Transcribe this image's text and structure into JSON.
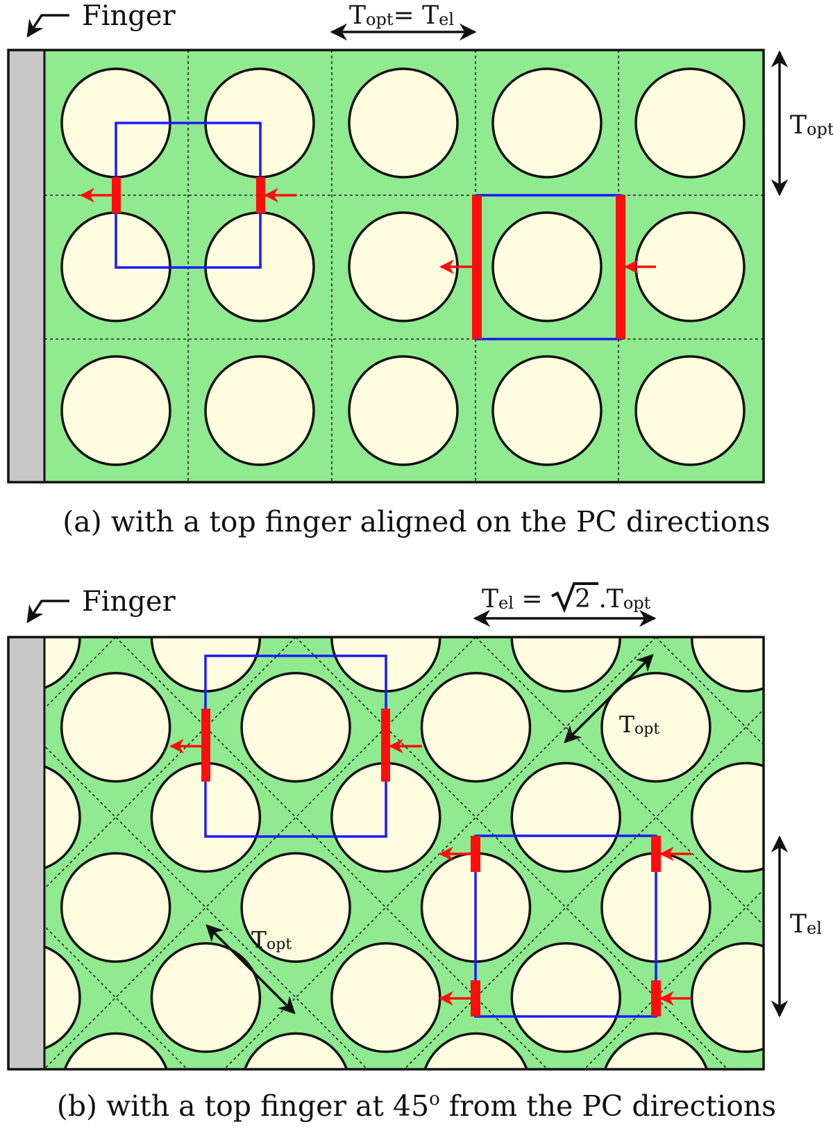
{
  "colors": {
    "background": "#ffffff",
    "crystal": "#90ea90",
    "hole": "#fffce0",
    "finger": "#c8c8c8",
    "outline": "#111111",
    "cell": "#1a1aff",
    "stress": "#ff0d0d",
    "arrow": "#111111"
  },
  "icons": {
    "pointer": "corner-arrow-icon",
    "dimension": "double-arrow-icon",
    "force": "red-arrow-icon"
  },
  "panel_a": {
    "finger_label": "Finger",
    "top_dimension": {
      "main": "T",
      "sub": "opt",
      "eq": "= ",
      "main2": "T",
      "sub2": "el"
    },
    "side_dimension": {
      "main": "T",
      "sub": "opt"
    },
    "caption": "(a) with a top finger aligned on the PC directions"
  },
  "panel_b": {
    "finger_label": "Finger",
    "top_dimension": {
      "main": "T",
      "sub": "el",
      "eq": " = ",
      "root": "2",
      "dot": " .",
      "main2": "T",
      "sub2": "opt"
    },
    "diag_dimension_upper": {
      "main": "T",
      "sub": "opt"
    },
    "diag_dimension_lower": {
      "main": "T",
      "sub": "opt"
    },
    "side_dimension": {
      "main": "T",
      "sub": "el"
    },
    "caption_prefix": "(b) with a top finger at 45",
    "caption_sup": "o",
    "caption_suffix": " from the PC directions"
  }
}
